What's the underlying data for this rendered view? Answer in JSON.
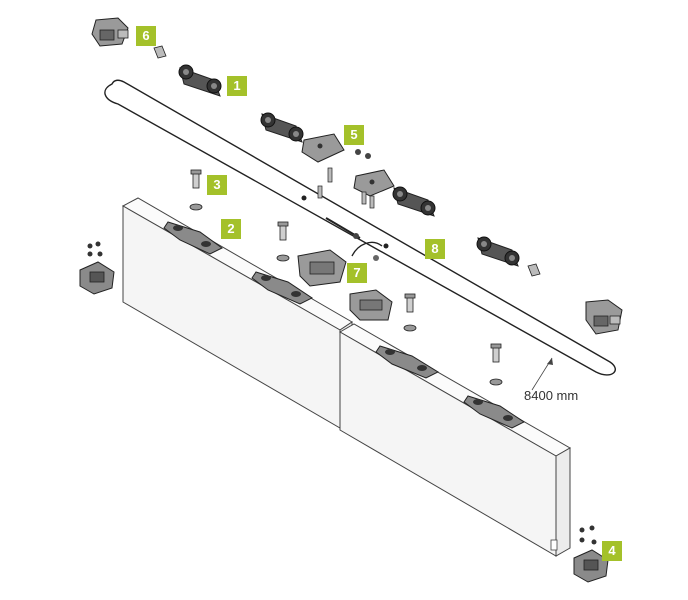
{
  "callouts": [
    {
      "id": "badge-1",
      "label": "1"
    },
    {
      "id": "badge-2",
      "label": "2"
    },
    {
      "id": "badge-3",
      "label": "3"
    },
    {
      "id": "badge-4",
      "label": "4"
    },
    {
      "id": "badge-5",
      "label": "5"
    },
    {
      "id": "badge-6",
      "label": "6"
    },
    {
      "id": "badge-7",
      "label": "7"
    },
    {
      "id": "badge-8",
      "label": "8"
    }
  ],
  "dimension": {
    "length_label": "8400 mm"
  },
  "colors": {
    "badge": "#a4c12a",
    "line": "#222222",
    "part_fill": "#8a8a8a",
    "panel_fill": "#f4f4f4"
  }
}
